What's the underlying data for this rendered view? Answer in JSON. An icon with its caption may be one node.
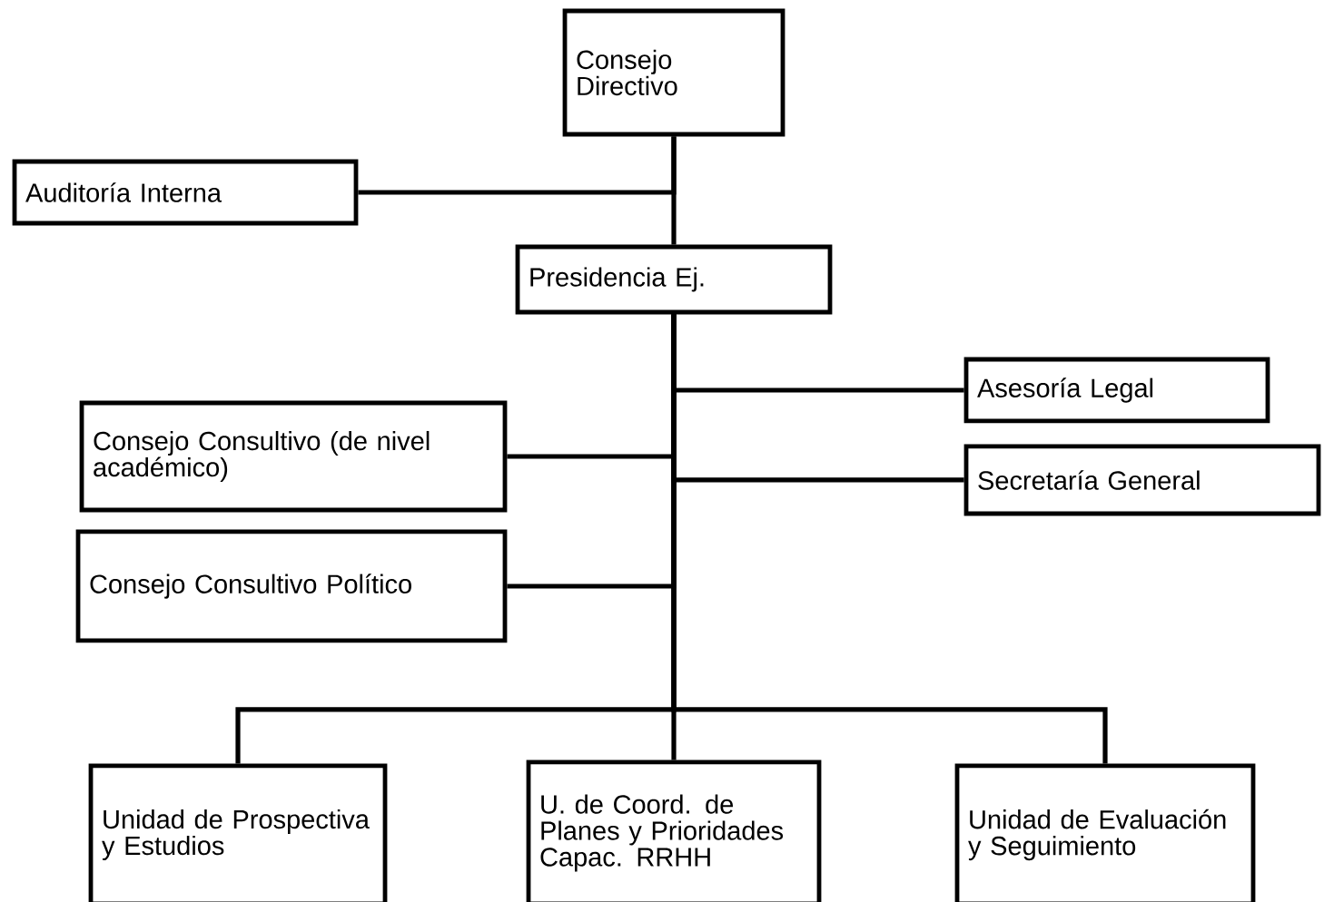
{
  "diagram": {
    "nodes": [
      {
        "text": [
          "Consejo Directivo"
        ]
      },
      {
        "text": [
          "Auditoría Interna"
        ]
      },
      {
        "text": [
          "Presidencia Ej."
        ]
      },
      {
        "text": [
          "Asesoría Legal"
        ]
      },
      {
        "text": [
          "Consejo Consultivo (de nivel académico)"
        ]
      },
      {
        "text": [
          "Secretaría General"
        ]
      },
      {
        "text": [
          "Consejo Consultivo Político"
        ]
      },
      {
        "text": [
          "Unidad de Prospectiva y Estudios"
        ]
      },
      {
        "text": [
          "U. de Coord. de Planes y Prioridades Capac. RRHH"
        ]
      },
      {
        "text": [
          "Unidad de Evaluación y Seguimiento"
        ]
      }
    ],
    "edges": [
      {
        "from": 0,
        "to": 2,
        "arrow": "none"
      },
      {
        "from": 0,
        "to": 1,
        "arrow": "none"
      },
      {
        "from": 2,
        "to": 3,
        "arrow": "none"
      },
      {
        "from": 2,
        "to": 4,
        "arrow": "none"
      },
      {
        "from": 2,
        "to": 5,
        "arrow": "none"
      },
      {
        "from": 2,
        "to": 6,
        "arrow": "none"
      },
      {
        "from": 2,
        "to": 7,
        "arrow": "none"
      },
      {
        "from": 2,
        "to": 8,
        "arrow": "none"
      },
      {
        "from": 2,
        "to": 9,
        "arrow": "none"
      }
    ]
  }
}
